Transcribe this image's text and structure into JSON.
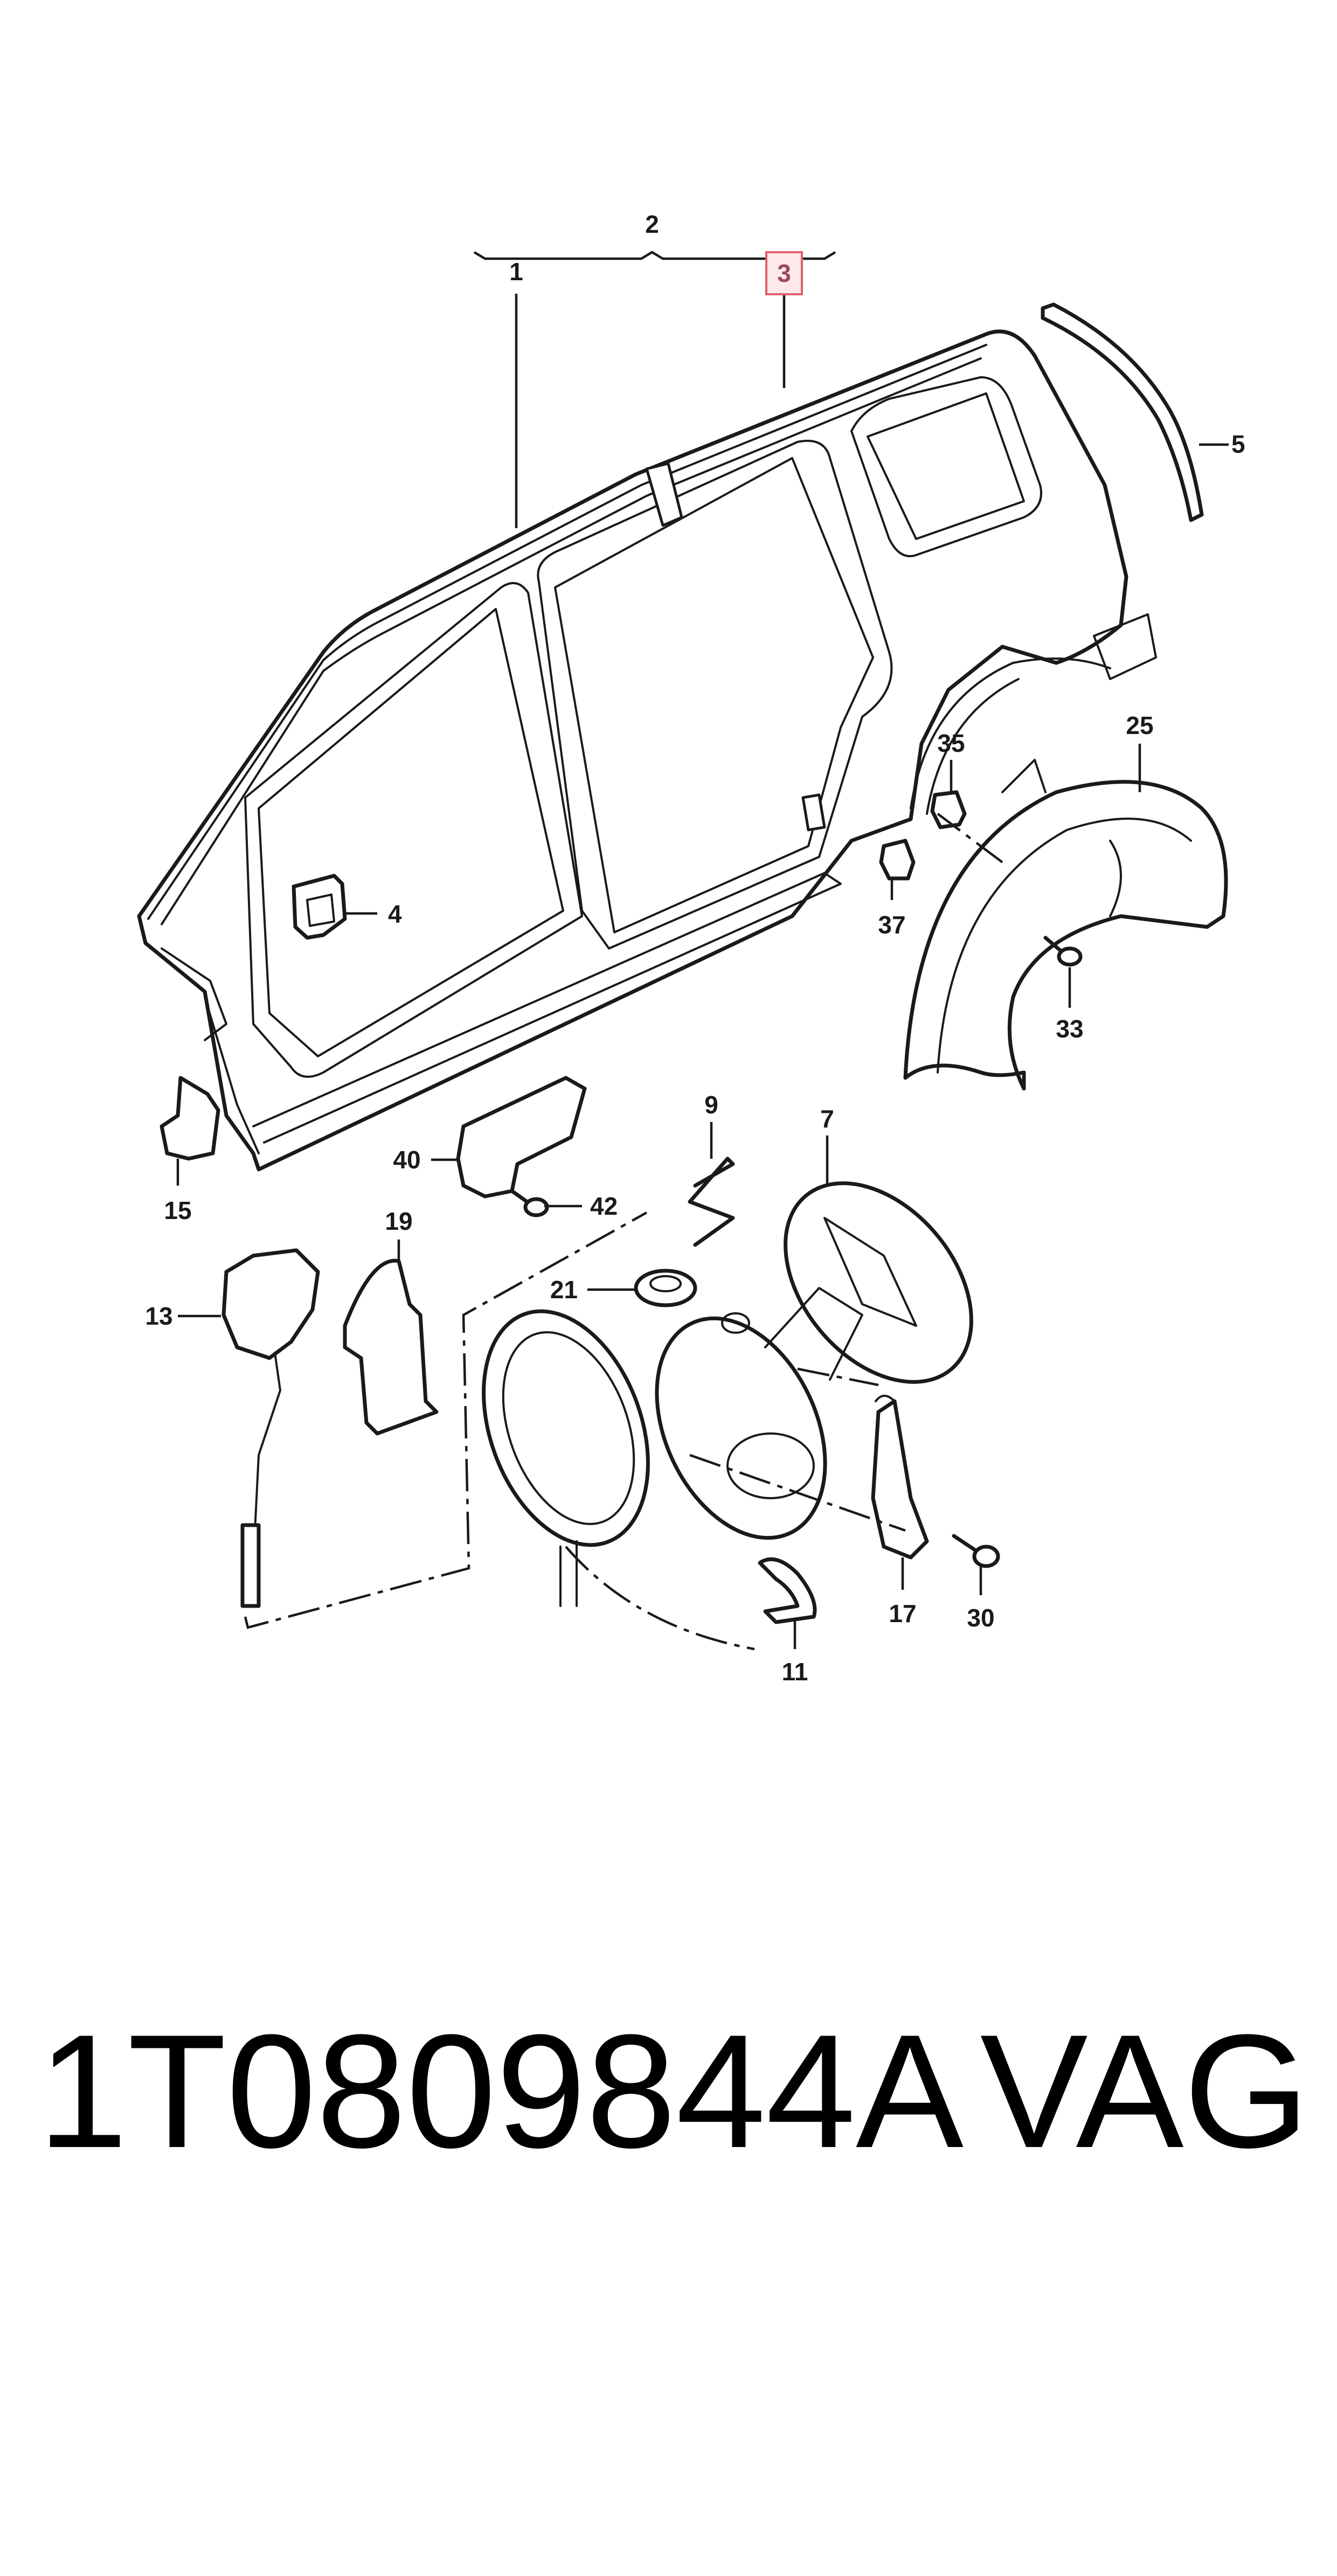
{
  "callouts": {
    "c1": "1",
    "c2": "2",
    "c3": "3",
    "c4": "4",
    "c5": "5",
    "c7": "7",
    "c9": "9",
    "c11": "11",
    "c13": "13",
    "c15": "15",
    "c17": "17",
    "c19": "19",
    "c21": "21",
    "c25": "25",
    "c30": "30",
    "c33": "33",
    "c35": "35",
    "c37": "37",
    "c40": "40",
    "c42": "42"
  },
  "highlighted_callout": "3",
  "caption": {
    "part_number": "1T0809844A",
    "brand": "VAG"
  },
  "colors": {
    "highlight_fill": "#fde8ea",
    "highlight_stroke": "#e0606c",
    "line": "#1a1a1a"
  }
}
